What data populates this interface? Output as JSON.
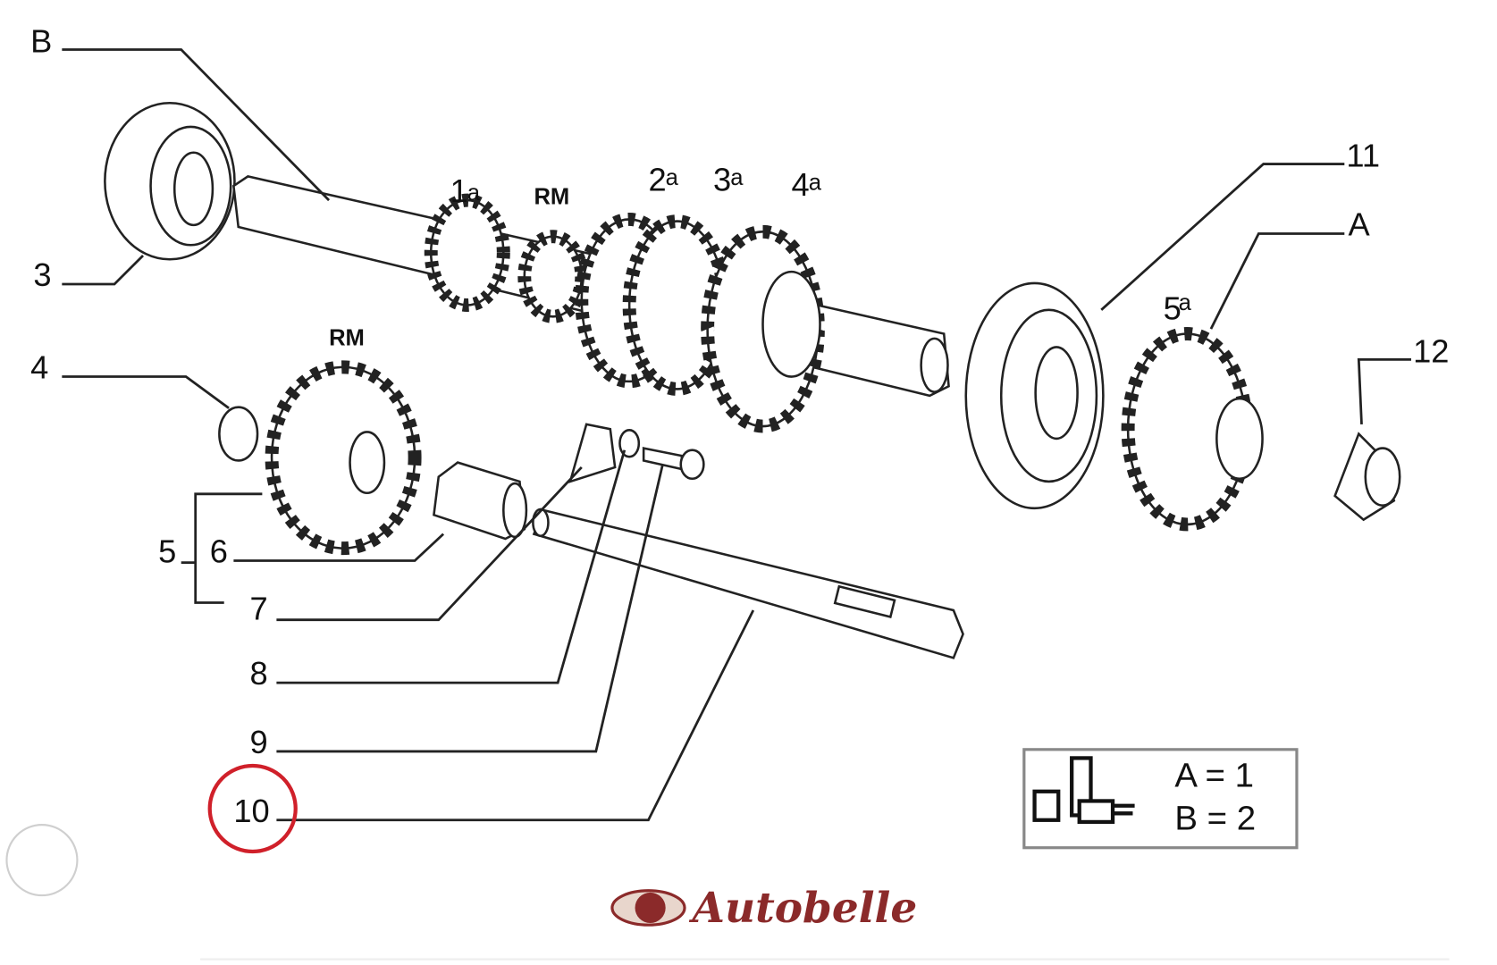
{
  "diagram": {
    "callouts": {
      "B": "B",
      "n3": "3",
      "n4": "4",
      "n5": "5",
      "n6": "6",
      "n7": "7",
      "n8": "8",
      "n9": "9",
      "n10": "10",
      "n11": "11",
      "A": "A",
      "n12": "12"
    },
    "gear_labels": {
      "g1": "1",
      "g1_sup": "a",
      "rm_shaft": "RM",
      "g2": "2",
      "g2_sup": "a",
      "g3": "3",
      "g3_sup": "a",
      "g4": "4",
      "g4_sup": "a",
      "rm_gear": "RM",
      "g5": "5",
      "g5_sup": "a"
    },
    "highlighted_callout": "10",
    "highlight_color": "#d0202a",
    "legend": {
      "row_a": "A = 1",
      "row_b": "B = 2"
    }
  },
  "logo": {
    "text": "Autobelle",
    "color": "#8b2a2a"
  }
}
